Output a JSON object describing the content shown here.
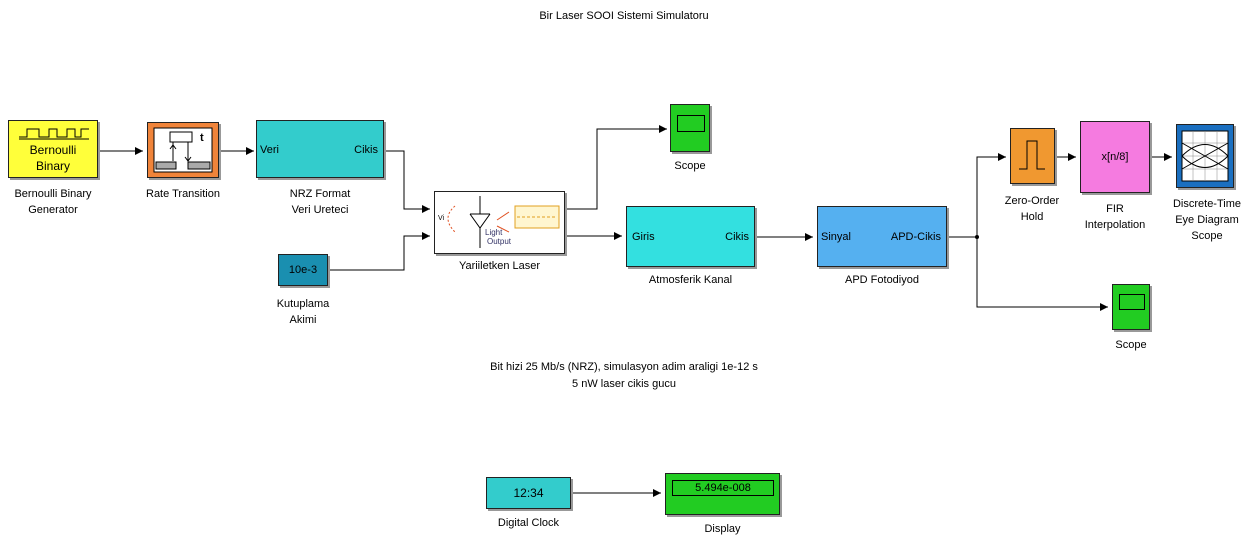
{
  "title": "Bir Laser SOOI Sistemi Simulatoru",
  "blocks": {
    "bernoulli": {
      "inner": [
        "Bernoulli",
        "Binary"
      ],
      "label": [
        "Bernoulli Binary",
        "Generator"
      ],
      "color": "#ffff3a"
    },
    "rate": {
      "label": "Rate Transition",
      "color": "#f0843a",
      "glyph": "t"
    },
    "nrz": {
      "in_port": "Veri",
      "out_port": "Cikis",
      "label": [
        "NRZ Format",
        "Veri Ureteci"
      ],
      "color": "#33cccc"
    },
    "scope1": {
      "label": "Scope",
      "color": "#22cc22"
    },
    "laser": {
      "label": "Yariiletken Laser",
      "inner": [
        "Light",
        "Output"
      ],
      "color": "#ffffff"
    },
    "bias": {
      "value": "10e-3",
      "label": [
        "Kutuplama",
        "Akimi"
      ],
      "color": "#1a8fb0"
    },
    "channel": {
      "in_port": "Giris",
      "out_port": "Cikis",
      "label": "Atmosferik Kanal",
      "color": "#33e0e0"
    },
    "apd": {
      "in_port": "Sinyal",
      "out_port": "APD-Cikis",
      "label": "APD Fotodiyod",
      "color": "#55b0f0"
    },
    "zoh": {
      "label": [
        "Zero-Order",
        "Hold"
      ],
      "color": "#f09830"
    },
    "fir": {
      "inner": "x[n/8]",
      "label": [
        "FIR",
        "Interpolation"
      ],
      "color": "#f57be0"
    },
    "eye": {
      "label": [
        "Discrete-Time",
        "Eye Diagram",
        "Scope"
      ],
      "color": "#1a6fc0"
    },
    "scope2": {
      "label": "Scope",
      "color": "#22cc22"
    },
    "clock": {
      "value": "12:34",
      "label": "Digital Clock",
      "color": "#33cccc"
    },
    "display": {
      "value": "5.494e-008",
      "label": "Display",
      "color": "#22cc22"
    }
  },
  "notes": [
    "Bit hizi 25 Mb/s (NRZ), simulasyon adim araligi 1e-12 s",
    "5 nW laser cikis gucu"
  ]
}
